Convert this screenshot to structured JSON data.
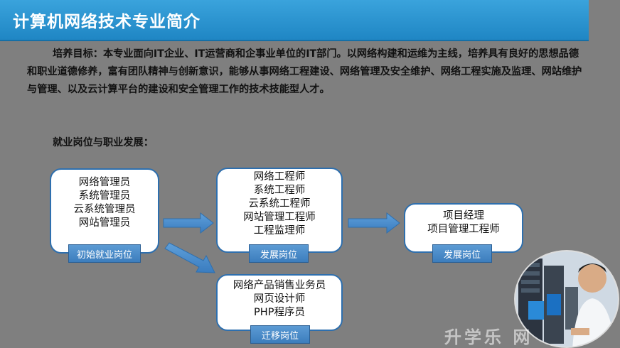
{
  "title": "计算机网络技术专业简介",
  "paragraph": "培养目标：本专业面向IT企业、IT运营商和企事业单位的IT部门。以网络构建和运维为主线，培养具有良好的思想品德和职业道德修养，富有团队精神与创新意识，能够从事网络工程建设、网络管理及安全维护、网络工程实施及监理、网站维护与管理、以及云计算平台的建设和安全管理工作的技术技能型人才。",
  "subhead": "就业岗位与职业发展：",
  "boxes": {
    "initial": {
      "lines": [
        "网络管理员",
        "系统管理员",
        "云系统管理员",
        "网站管理员"
      ],
      "tag": "初始就业岗位"
    },
    "develop1": {
      "lines": [
        "网络工程师",
        "系统工程师",
        "云系统工程师",
        "网站管理工程师",
        "工程监理师"
      ],
      "tag": "发展岗位"
    },
    "develop2": {
      "lines": [
        "项目经理",
        "项目管理工程师"
      ],
      "tag": "发展岗位"
    },
    "migrate": {
      "lines": [
        "网络产品销售业务员",
        "网页设计师",
        "PHP程序员"
      ],
      "tag": "迁移岗位"
    }
  },
  "watermark": "升学乐 网",
  "colors": {
    "title_bar": "#2b95d3",
    "border": "#2e6fae",
    "tag": "#4a8bc9",
    "background": "#7f7f7f"
  }
}
